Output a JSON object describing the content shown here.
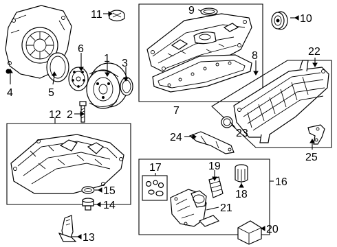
{
  "colors": {
    "line": "#000000",
    "background": "#ffffff"
  },
  "callouts": [
    {
      "id": "c1",
      "text": "1"
    },
    {
      "id": "c2",
      "text": "2"
    },
    {
      "id": "c3",
      "text": "3"
    },
    {
      "id": "c4",
      "text": "4"
    },
    {
      "id": "c5",
      "text": "5"
    },
    {
      "id": "c6",
      "text": "6"
    },
    {
      "id": "c7",
      "text": "7"
    },
    {
      "id": "c8",
      "text": "8"
    },
    {
      "id": "c9",
      "text": "9"
    },
    {
      "id": "c10",
      "text": "10"
    },
    {
      "id": "c11",
      "text": "11"
    },
    {
      "id": "c12",
      "text": "12"
    },
    {
      "id": "c13",
      "text": "13"
    },
    {
      "id": "c14",
      "text": "14"
    },
    {
      "id": "c15",
      "text": "15"
    },
    {
      "id": "c16",
      "text": "16"
    },
    {
      "id": "c17",
      "text": "17"
    },
    {
      "id": "c18",
      "text": "18"
    },
    {
      "id": "c19",
      "text": "19"
    },
    {
      "id": "c20",
      "text": "20"
    },
    {
      "id": "c21",
      "text": "21"
    },
    {
      "id": "c22",
      "text": "22"
    },
    {
      "id": "c23",
      "text": "23"
    },
    {
      "id": "c24",
      "text": "24"
    },
    {
      "id": "c25",
      "text": "25"
    }
  ]
}
